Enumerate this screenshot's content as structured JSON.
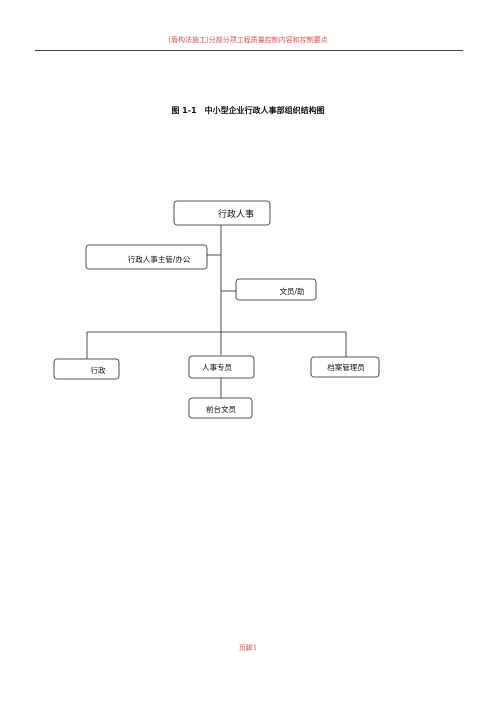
{
  "header": {
    "text": "(盾构法施工)分部分项工程质量控制内容和控制要点"
  },
  "figure": {
    "title": "图 1-1　中小型企业行政人事部组织结构图"
  },
  "org": {
    "root": "行政人事",
    "supervisor": "行政人事主管/办公",
    "assistant": "文员/助",
    "admin": "行政",
    "hr_specialist": "人事专员",
    "archive_manager": "档案管理员",
    "front_desk": "前台文员"
  },
  "footer": {
    "page": "页脚1"
  }
}
